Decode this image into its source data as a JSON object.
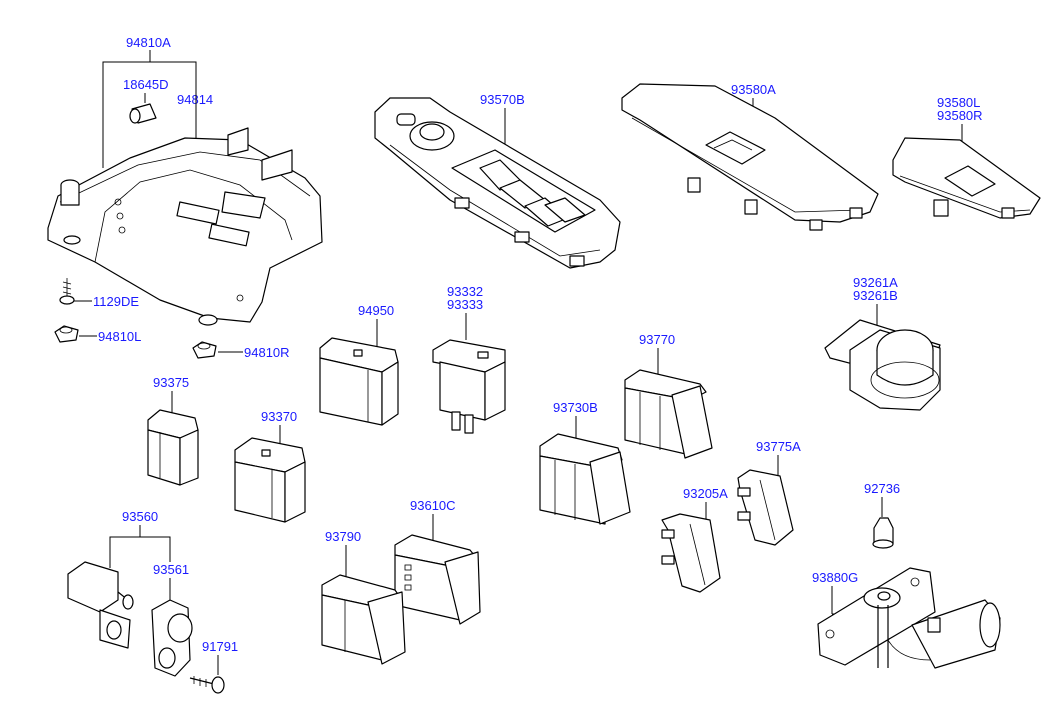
{
  "diagram": {
    "labels": [
      {
        "id": "p94810A",
        "text": "94810A"
      },
      {
        "id": "p18645D",
        "text": "18645D"
      },
      {
        "id": "p94814",
        "text": "94814"
      },
      {
        "id": "p1129DE",
        "text": "1129DE"
      },
      {
        "id": "p94810L",
        "text": "94810L"
      },
      {
        "id": "p94810R",
        "text": "94810R"
      },
      {
        "id": "p93570B",
        "text": "93570B"
      },
      {
        "id": "p93580A",
        "text": "93580A"
      },
      {
        "id": "p93580L",
        "text": "93580L"
      },
      {
        "id": "p93580R",
        "text": "93580R"
      },
      {
        "id": "p94950",
        "text": "94950"
      },
      {
        "id": "p93332",
        "text": "93332"
      },
      {
        "id": "p93333",
        "text": "93333"
      },
      {
        "id": "p93261A",
        "text": "93261A"
      },
      {
        "id": "p93261B",
        "text": "93261B"
      },
      {
        "id": "p93375",
        "text": "93375"
      },
      {
        "id": "p93370",
        "text": "93370"
      },
      {
        "id": "p93770",
        "text": "93770"
      },
      {
        "id": "p93730B",
        "text": "93730B"
      },
      {
        "id": "p93775A",
        "text": "93775A"
      },
      {
        "id": "p93205A",
        "text": "93205A"
      },
      {
        "id": "p92736",
        "text": "92736"
      },
      {
        "id": "p93560",
        "text": "93560"
      },
      {
        "id": "p93561",
        "text": "93561"
      },
      {
        "id": "p93610C",
        "text": "93610C"
      },
      {
        "id": "p93790",
        "text": "93790"
      },
      {
        "id": "p93880G",
        "text": "93880G"
      },
      {
        "id": "p91791",
        "text": "91791"
      }
    ],
    "label_color": "#1a1aff",
    "line_color": "#000000"
  }
}
